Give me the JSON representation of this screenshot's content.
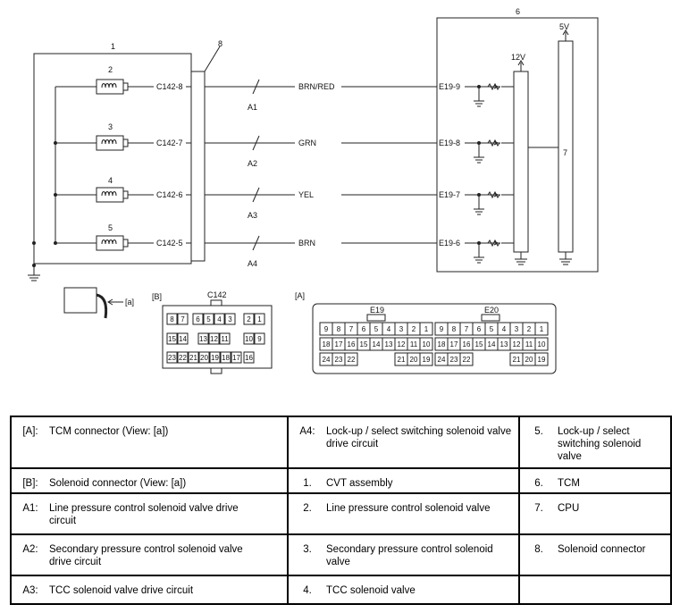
{
  "diagram": {
    "numbers": {
      "cvt": "1",
      "sol2": "2",
      "sol3": "3",
      "sol4": "4",
      "sol5": "5",
      "tcm": "6",
      "cpu": "7",
      "conn": "8"
    },
    "voltages": {
      "v12": "12V",
      "v5": "5V"
    },
    "c142_pins": [
      "C142-8",
      "C142-7",
      "C142-6",
      "C142-5"
    ],
    "e19_pins": [
      "E19-9",
      "E19-8",
      "E19-7",
      "E19-6"
    ],
    "wire_colors": [
      "BRN/RED",
      "GRN",
      "YEL",
      "BRN"
    ],
    "circuits": [
      "A1",
      "A2",
      "A3",
      "A4"
    ],
    "view_a": "[a]",
    "b_tag": "[B]",
    "a_tag": "[A]",
    "c142_title": "C142",
    "e19_title": "E19",
    "e20_title": "E20",
    "c142_rows": [
      [
        "8",
        "7",
        "6",
        "5",
        "4",
        "3",
        "2",
        "1"
      ],
      [
        "15",
        "14",
        "",
        "13",
        "12",
        "11",
        "",
        "10",
        "9"
      ],
      [
        "23",
        "22",
        "21",
        "20",
        "19",
        "18",
        "17",
        "16"
      ]
    ],
    "e_rows": [
      [
        "9",
        "8",
        "7",
        "6",
        "5",
        "4",
        "3",
        "2",
        "1"
      ],
      [
        "18",
        "17",
        "16",
        "15",
        "14",
        "13",
        "12",
        "11",
        "10"
      ],
      [
        "24",
        "23",
        "22",
        "",
        "",
        "",
        "21",
        "20",
        "19"
      ]
    ]
  },
  "legend": {
    "rows": [
      [
        {
          "key": "[A]:",
          "text": "TCM connector (View: [a])"
        },
        {
          "key": "A4:",
          "text": "Lock-up / select switching solenoid valve drive circuit"
        },
        {
          "key": "5.",
          "text": "Lock-up / select switching solenoid valve"
        }
      ],
      [
        {
          "key": "[B]:",
          "text": "Solenoid connector (View: [a])"
        },
        {
          "key": "1.",
          "text": "CVT assembly"
        },
        {
          "key": "6.",
          "text": "TCM"
        }
      ],
      [
        {
          "key": "A1:",
          "text": "Line pressure control solenoid valve drive circuit"
        },
        {
          "key": "2.",
          "text": "Line pressure control solenoid valve"
        },
        {
          "key": "7.",
          "text": "CPU"
        }
      ],
      [
        {
          "key": "A2:",
          "text": "Secondary pressure control solenoid valve drive circuit"
        },
        {
          "key": "3.",
          "text": "Secondary pressure control solenoid valve"
        },
        {
          "key": "8.",
          "text": "Solenoid connector"
        }
      ],
      [
        {
          "key": "A3:",
          "text": "TCC solenoid valve drive circuit"
        },
        {
          "key": "4.",
          "text": "TCC solenoid valve"
        },
        {
          "key": "",
          "text": ""
        }
      ]
    ]
  }
}
